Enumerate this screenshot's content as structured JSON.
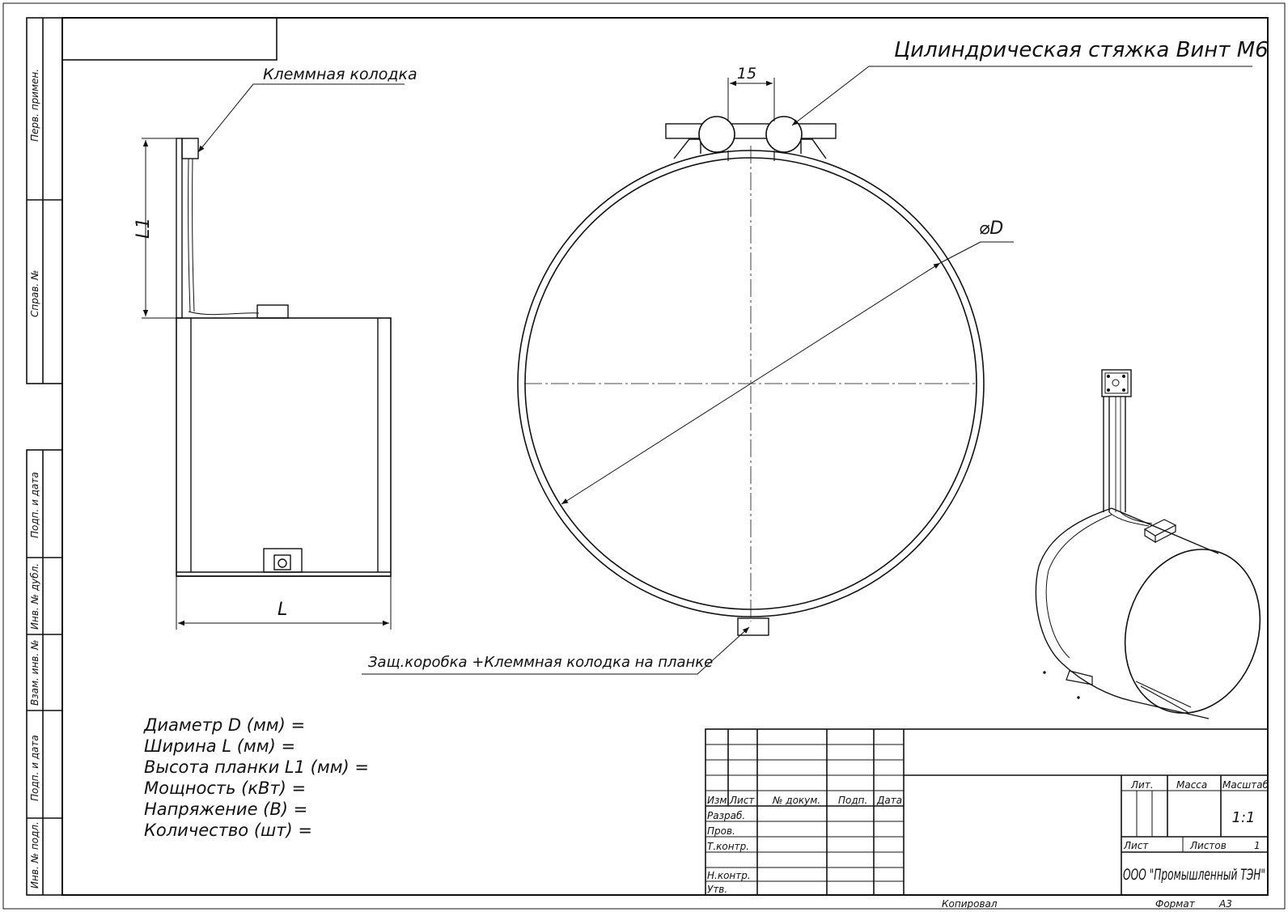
{
  "callouts": {
    "terminal_block": "Клеммная колодка",
    "cylinder_clamp": "Цилиндрическая стяжка Винт М6",
    "junction_box": "Защ.коробка +Клеммная колодка на планке"
  },
  "dimensions": {
    "height": "L1",
    "width": "L",
    "gap": "15",
    "diameter": "⌀D"
  },
  "parameters": [
    "Диаметр D (мм) =",
    "Ширина L (мм) =",
    "Высота планки L1 (мм) =",
    "Мощность (кВт) =",
    "Напряжение (В) =",
    "Количество (шт) ="
  ],
  "side_stamp": {
    "perv_primen": "Перв. примен.",
    "sprav_no": "Справ. №",
    "podp_data_1": "Подп. и дата",
    "inv_dubl": "Инв. № дубл.",
    "vzam_inv": "Взам. инв. №",
    "podp_data_2": "Подп. и дата",
    "inv_podl": "Инв. № подл."
  },
  "title_block": {
    "izm": "Изм.",
    "list": "Лист",
    "n_dokum": "№ докум.",
    "podp": "Подп.",
    "data": "Дата",
    "razrab": "Разраб.",
    "prov": "Пров.",
    "t_kontr": "Т.контр.",
    "n_kontr": "Н.контр.",
    "utv": "Утв.",
    "lit": "Лит.",
    "massa": "Масса",
    "masshtab": "Масштаб",
    "scale_value": "1:1",
    "sheet": "Лист",
    "sheets": "Листов",
    "sheets_value": "1",
    "company": "ООО \"Промышленный ТЭН\"",
    "copied": "Копировал",
    "format_label": "Формат",
    "format_value": "А3"
  }
}
